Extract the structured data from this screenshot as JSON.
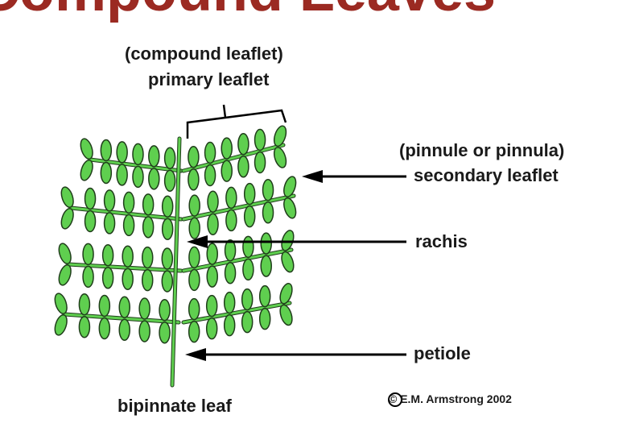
{
  "title": "Compound Leaves",
  "labels": {
    "compound_leaflet": "(compound leaflet)",
    "primary_leaflet": "primary leaflet",
    "pinnule": "(pinnule or pinnula)",
    "secondary_leaflet": "secondary leaflet",
    "rachis": "rachis",
    "petiole": "petiole",
    "bipinnate_leaf": "bipinnate leaf",
    "copyright": "© E.M. Armstrong 2002"
  },
  "colors": {
    "title": "#9b2a22",
    "leaf_fill": "#5fcf4f",
    "leaf_stroke": "#1f3d1a",
    "text": "#1a1a1a"
  }
}
